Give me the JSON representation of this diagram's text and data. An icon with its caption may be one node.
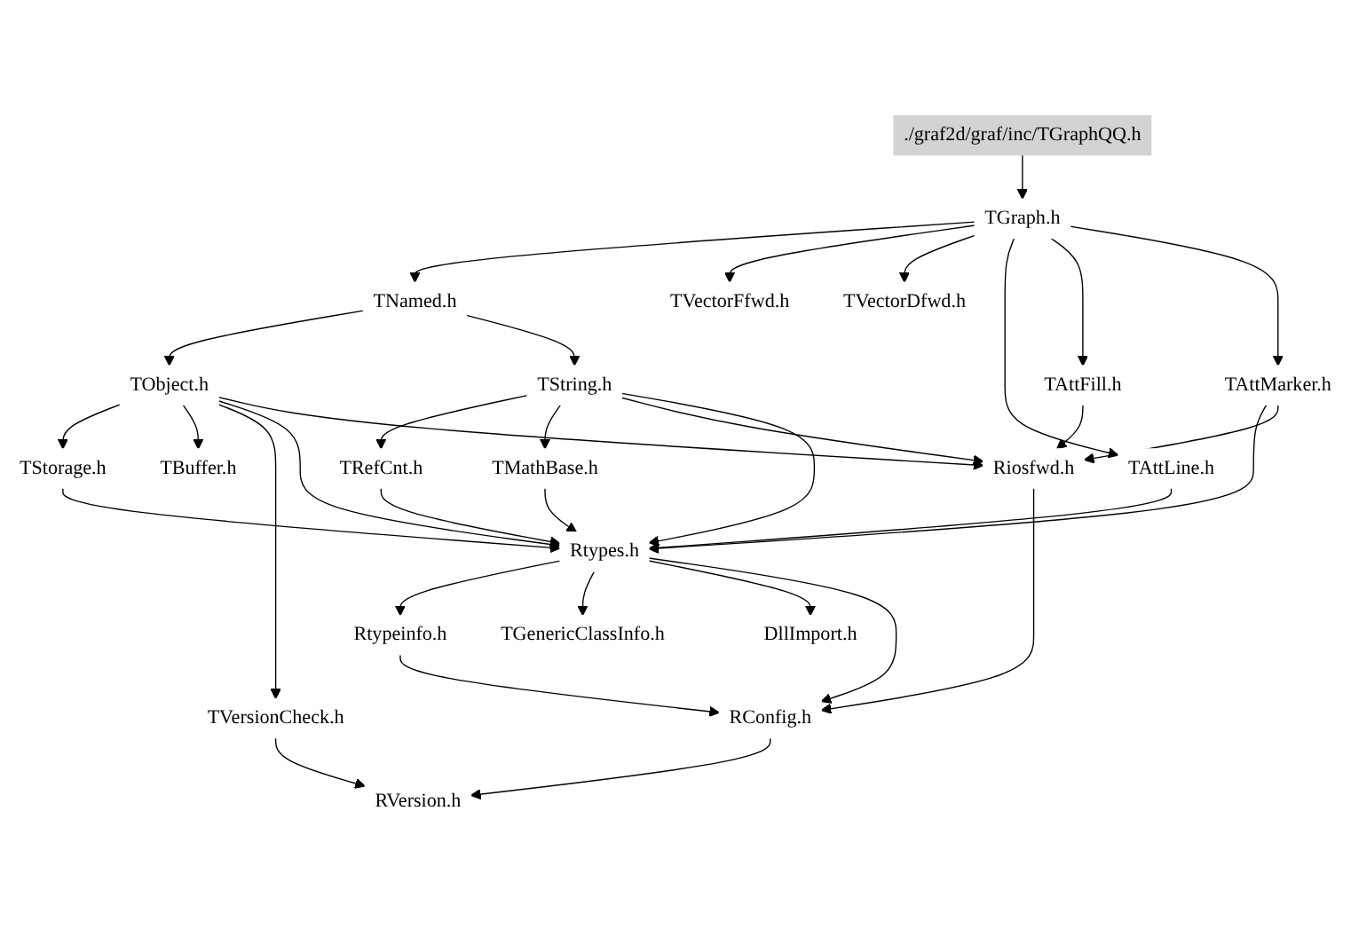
{
  "diagram": {
    "nodes": [
      {
        "text": [
          "./graf2d/graf/inc/TGraphQQ.h"
        ]
      },
      {
        "text": [
          "TGraph.h"
        ]
      },
      {
        "text": [
          "TNamed.h"
        ]
      },
      {
        "text": [
          "TVectorFfwd.h"
        ]
      },
      {
        "text": [
          "TVectorDfwd.h"
        ]
      },
      {
        "text": [
          "TObject.h"
        ]
      },
      {
        "text": [
          "TString.h"
        ]
      },
      {
        "text": [
          "TAttLine.h"
        ]
      },
      {
        "text": [
          "TAttFill.h"
        ]
      },
      {
        "text": [
          "TAttMarker.h"
        ]
      },
      {
        "text": [
          "TStorage.h"
        ]
      },
      {
        "text": [
          "TBuffer.h"
        ]
      },
      {
        "text": [
          "TRefCnt.h"
        ]
      },
      {
        "text": [
          "TMathBase.h"
        ]
      },
      {
        "text": [
          "Riosfwd.h"
        ]
      },
      {
        "text": [
          "TVersionCheck.h"
        ]
      },
      {
        "text": [
          "Rtypes.h"
        ]
      },
      {
        "text": [
          "Rtypeinfo.h"
        ]
      },
      {
        "text": [
          "TGenericClassInfo.h"
        ]
      },
      {
        "text": [
          "DllImport.h"
        ]
      },
      {
        "text": [
          "RConfig.h"
        ]
      },
      {
        "text": [
          "RVersion.h"
        ]
      }
    ],
    "edges": [
      {
        "from": 0,
        "to": 1,
        "arrow": "to"
      },
      {
        "from": 1,
        "to": 2,
        "arrow": "to"
      },
      {
        "from": 1,
        "to": 3,
        "arrow": "to"
      },
      {
        "from": 1,
        "to": 4,
        "arrow": "to"
      },
      {
        "from": 1,
        "to": 7,
        "arrow": "to"
      },
      {
        "from": 1,
        "to": 8,
        "arrow": "to"
      },
      {
        "from": 1,
        "to": 9,
        "arrow": "to"
      },
      {
        "from": 2,
        "to": 5,
        "arrow": "to"
      },
      {
        "from": 2,
        "to": 6,
        "arrow": "to"
      },
      {
        "from": 5,
        "to": 10,
        "arrow": "to"
      },
      {
        "from": 5,
        "to": 11,
        "arrow": "to"
      },
      {
        "from": 5,
        "to": 15,
        "arrow": "to"
      },
      {
        "from": 5,
        "to": 16,
        "arrow": "to"
      },
      {
        "from": 5,
        "to": 14,
        "arrow": "to"
      },
      {
        "from": 6,
        "to": 12,
        "arrow": "to"
      },
      {
        "from": 6,
        "to": 13,
        "arrow": "to"
      },
      {
        "from": 6,
        "to": 14,
        "arrow": "to"
      },
      {
        "from": 6,
        "to": 16,
        "arrow": "to"
      },
      {
        "from": 7,
        "to": 16,
        "arrow": "to"
      },
      {
        "from": 8,
        "to": 14,
        "arrow": "to"
      },
      {
        "from": 9,
        "to": 16,
        "arrow": "to"
      },
      {
        "from": 9,
        "to": 14,
        "arrow": "to"
      },
      {
        "from": 10,
        "to": 16,
        "arrow": "to"
      },
      {
        "from": 12,
        "to": 16,
        "arrow": "to"
      },
      {
        "from": 13,
        "to": 16,
        "arrow": "to"
      },
      {
        "from": 14,
        "to": 20,
        "arrow": "to"
      },
      {
        "from": 15,
        "to": 21,
        "arrow": "to"
      },
      {
        "from": 16,
        "to": 17,
        "arrow": "to"
      },
      {
        "from": 16,
        "to": 18,
        "arrow": "to"
      },
      {
        "from": 16,
        "to": 19,
        "arrow": "to"
      },
      {
        "from": 16,
        "to": 20,
        "arrow": "to"
      },
      {
        "from": 17,
        "to": 20,
        "arrow": "to"
      },
      {
        "from": 20,
        "to": 21,
        "arrow": "to"
      }
    ]
  }
}
